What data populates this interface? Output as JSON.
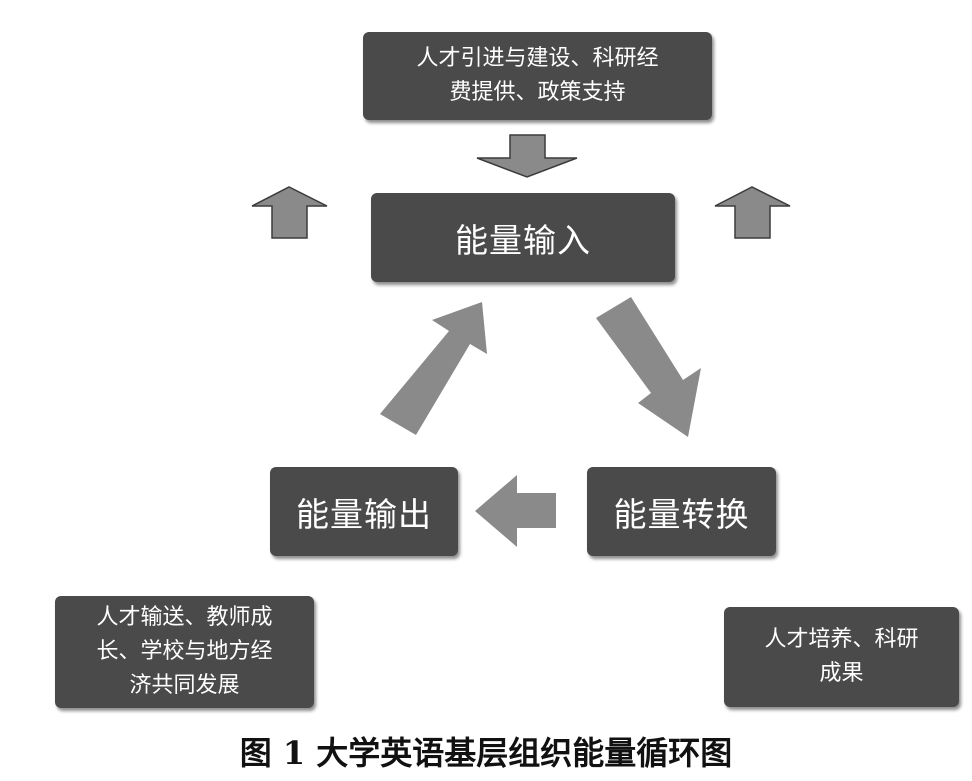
{
  "diagram": {
    "input_note": {
      "line1": "人才引进与建设、科研经",
      "line2": "费提供、政策支持"
    },
    "energy_input": "能量输入",
    "energy_output": "能量输出",
    "energy_transform": "能量转换",
    "output_note": {
      "line1": "人才输送、教师成",
      "line2": "长、学校与地方经",
      "line3": "济共同发展"
    },
    "transform_note": {
      "line1": "人才培养、科研",
      "line2": "成果"
    },
    "caption": "图 1  大学英语基层组织能量循环图"
  },
  "colors": {
    "box_fill": "#4a4a4a",
    "box_text": "#ffffff",
    "arrow_fill": "#8a8a8a",
    "arrow_stroke": "#3c3c3c"
  }
}
